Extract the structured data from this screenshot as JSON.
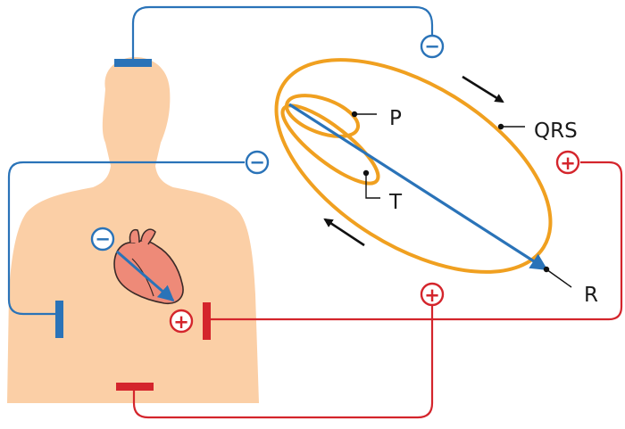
{
  "labels": {
    "p": "P",
    "qrs": "QRS",
    "t": "T",
    "r": "R"
  },
  "symbols": {
    "minus": "−",
    "plus": "+"
  },
  "colors": {
    "skin": "#fbcfa6",
    "negative_lead": "#2a73b8",
    "positive_lead": "#d4252c",
    "loop": "#f0a020",
    "heart": "#ee8a78",
    "vector": "#2a73b8"
  }
}
